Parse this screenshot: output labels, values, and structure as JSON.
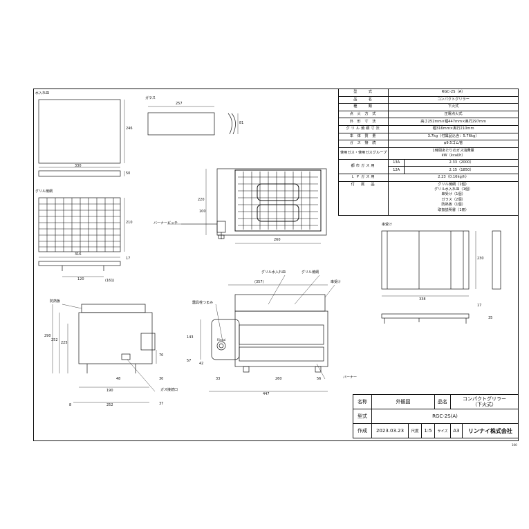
{
  "labels": {
    "water_tray": "水入れ皿",
    "glass": "ガラス",
    "grill_net": "グリル焼網",
    "burner_pitch": "バーナーピッチ",
    "drip_tray": "串受け",
    "grill_water_tray": "グリル水入れ皿",
    "grill_net2": "グリル焼網",
    "drip_tray2": "串受け",
    "instrument_knob": "器具栓つまみ",
    "burner": "バーナー",
    "heat_shield": "防熱板",
    "gas_inlet": "ガス接続口",
    "mark_rinnai": "Rinnai"
  },
  "dims": {
    "tray_w": "330",
    "tray_d": "246",
    "tray_h": "50",
    "glass_w": "257",
    "glass_h": "81",
    "net_d": "210",
    "net_w": "316",
    "net_h": "17",
    "net_foot": "120",
    "net_foot2": "(161)",
    "top_h": "220",
    "top_pitch": "100",
    "top_w": "260",
    "drip_w": "338",
    "drip_d": "230",
    "drip_h": "17",
    "drip_h2": "35",
    "front_357": "(357)",
    "front_143": "143",
    "front_57": "57",
    "front_42": "42",
    "front_33": "33",
    "front_260": "260",
    "front_56": "56",
    "front_447": "447",
    "side_290": "290",
    "side_252": "252",
    "side_225": "225",
    "side_70": "70",
    "side_30": "30",
    "side_48": "48",
    "side_190": "190",
    "side_8": "8",
    "side_252b": "252",
    "side_37": "37"
  },
  "spec": {
    "rows": [
      {
        "k": "型　　式",
        "v": "RGC-2S（A）"
      },
      {
        "k": "品　　名",
        "v": "コンパクトグリラー"
      },
      {
        "k": "種　　類",
        "v": "下火式"
      },
      {
        "k": "点 火 方 式",
        "v": "圧電点火式"
      },
      {
        "k": "外 形 寸 法",
        "v": "高さ252mm×幅447mm×奥行297mm"
      },
      {
        "k": "グリル焼網寸法",
        "v": "幅316mm×奥行210mm"
      },
      {
        "k": "本 体 質 量",
        "v": "3.7kg（付属品込含：5.76kg）"
      },
      {
        "k": "ガ ス 接 続",
        "v": "φ9.5ゴム管"
      }
    ],
    "gas_header_k": "使用ガス・使用ガスグループ",
    "gas_header_v": "1時間あたりのガス消費量\nkW（kcal/h）",
    "city_gas_k": "都市ガス用",
    "city_rows": [
      {
        "g": "13A",
        "v": "2.33（2000）"
      },
      {
        "g": "12A",
        "v": "2.15（1850）"
      }
    ],
    "lp_k": "ＬＰガス用",
    "lp_v": "2.23（0.16kg/h）",
    "acc_k": "付　属　品",
    "accessories": [
      "グリル焼網（1個）",
      "グリル水入れ皿（1個）",
      "串受け（1個）",
      "ガラス（2個）",
      "防熱板（1個）",
      "取扱説明書（1冊）"
    ]
  },
  "title_block": {
    "name_k": "名称",
    "name_v": "外観図",
    "product_k": "品名",
    "product_v1": "コンパクトグリラー",
    "product_v2": "（下火式）",
    "model_k": "型式",
    "model_v": "RGC-2S(A)",
    "made_k": "作成",
    "date": "2023.03.23",
    "scale_k": "尺度",
    "scale": "1:5",
    "size_k": "サイズ",
    "size": "A3",
    "company": "リンナイ株式会社"
  },
  "corner_code": "100"
}
